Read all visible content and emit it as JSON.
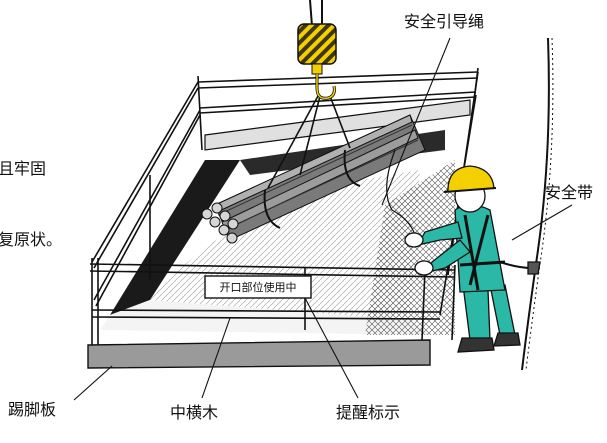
{
  "labels": {
    "safety_guide_rope": "安全引导绳",
    "safety_belt": "安全带",
    "toe_board": "踢脚板",
    "mid_rail": "中横木",
    "warning_sign": "提醒标示"
  },
  "sign": {
    "text": "开口部位使用中"
  },
  "edge_text": {
    "line1": "且牢固",
    "line2": "复原状。"
  },
  "colors": {
    "hook_yellow": "#f5d000",
    "helmet_yellow": "#f5d000",
    "worker_suit": "#2bb8a6",
    "toe_board_gray": "#9a9a9a",
    "pit_dark": "#1a1a1a"
  }
}
